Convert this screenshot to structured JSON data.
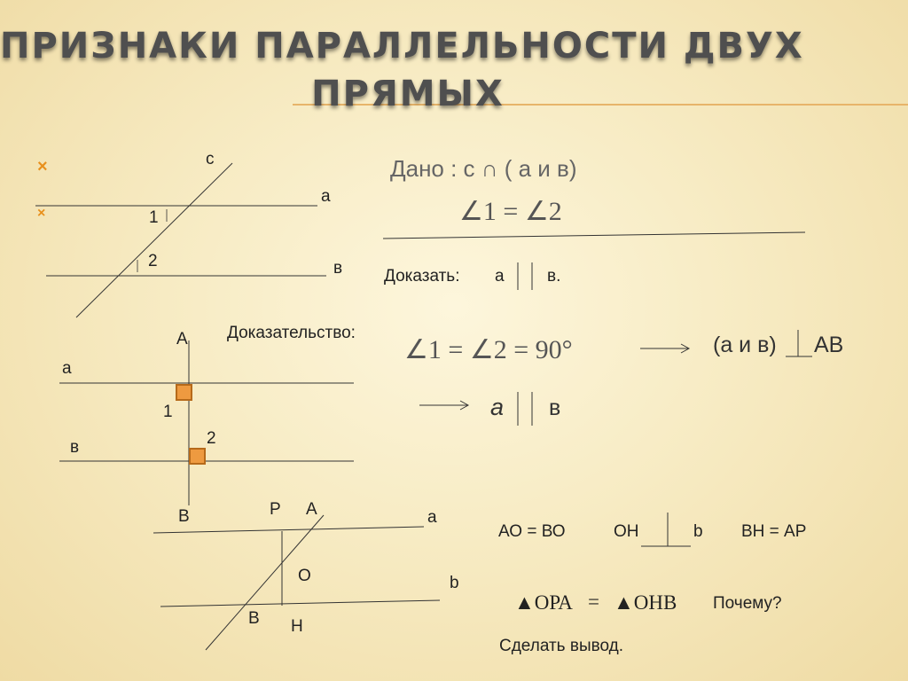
{
  "title": {
    "line1": "ПРИЗНАКИ   ПАРАЛЛЕЛЬНОСТИ  ДВУХ",
    "line2": "ПРЯМЫХ"
  },
  "colors": {
    "accent": "#e8901c",
    "title": "#4f4f4f"
  },
  "bullets": [
    "×",
    "×"
  ],
  "fig1": {
    "c": "с",
    "a": "а",
    "b": "в",
    "n1": "1",
    "n2": "2"
  },
  "given": {
    "label": "Дано :  с  ∩  ( а и в)",
    "condition": "∠1  =  ∠2",
    "prove_label": "Доказать:",
    "prove_a": "а",
    "prove_b": "в."
  },
  "proof": {
    "label": "Доказательство:",
    "step1": "∠1  =  ∠2  = 90°",
    "step1_result": "(а и в)",
    "step1_ab": "АВ",
    "step2_a": "а",
    "step2_b": "в"
  },
  "fig2": {
    "A": "А",
    "a": "а",
    "n1": "1",
    "b": "в",
    "n2": "2",
    "B": "В"
  },
  "fig3": {
    "P": "Р",
    "A": "А",
    "a": "а",
    "O": "О",
    "b": "b",
    "B": "В",
    "H": "Н"
  },
  "facts": {
    "ao_bo": "АО  = ВО",
    "oh": "ОН",
    "oh_b": "b",
    "bh_ap": "ВН  = АР",
    "tri1": "▲ОРА",
    "eq": "=",
    "tri2": "▲ОНВ",
    "why": "Почему?",
    "conclude": "Сделать  вывод."
  }
}
